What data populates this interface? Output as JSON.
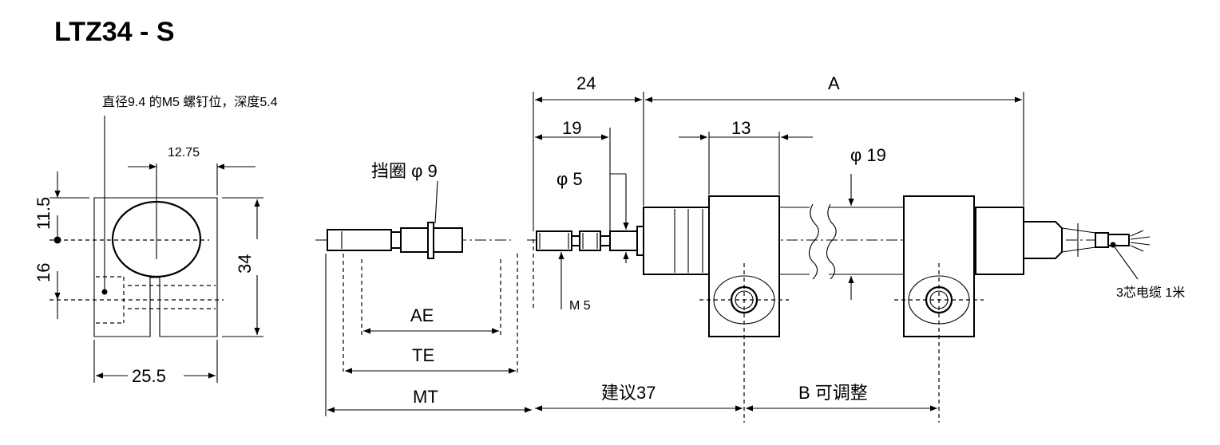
{
  "title": "LTZ34 - S",
  "end_view": {
    "hole_note": "直径9.4 的M5 螺钉位，深度5.4",
    "dim_hole_offset": "12.75",
    "dim_top": "11.5",
    "dim_mid": "16",
    "dim_height": "34",
    "dim_width": "25.5"
  },
  "side_view": {
    "stop_ring_label": "挡圈 φ 9",
    "dim_ae": "AE",
    "dim_te": "TE",
    "dim_mt": "MT",
    "dim_24": "24",
    "dim_a": "A",
    "dim_19": "19",
    "dim_13": "13",
    "dim_phi5": "φ 5",
    "dim_phi19": "φ 19",
    "thread_label": "M 5",
    "cable_label": "3芯电缆 1米",
    "dim_recommend": "建议37",
    "dim_b": "B 可调整"
  }
}
